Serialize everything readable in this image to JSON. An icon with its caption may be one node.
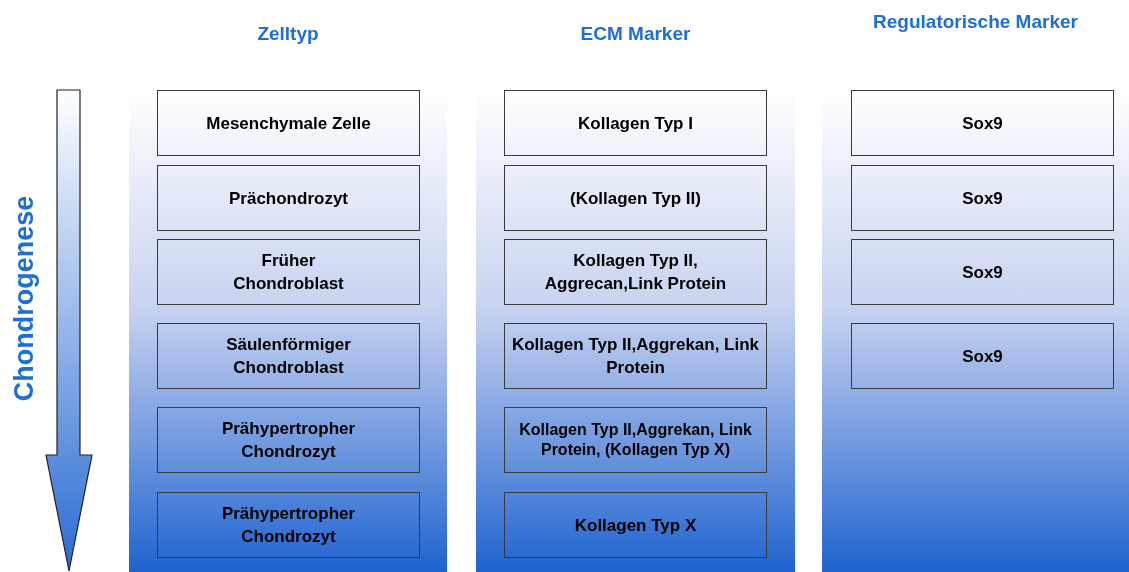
{
  "diagram": {
    "nodes": [
      {
        "text": [
          "Zelltyp"
        ]
      },
      {
        "text": [
          "Mesenchymale Zelle"
        ],
        "in": 0
      },
      {
        "text": [
          "Prächondrozyt"
        ],
        "in": 0
      },
      {
        "text": [
          "Früher Chondroblast"
        ],
        "in": 0
      },
      {
        "text": [
          "Säulenförmiger Chondroblast"
        ],
        "in": 0
      },
      {
        "text": [
          "Prähypertropher Chondrozyt"
        ],
        "in": 0
      },
      {
        "text": [
          "Prähypertropher Chondrozyt"
        ],
        "in": 0
      },
      {
        "text": [
          "ECM Marker"
        ]
      },
      {
        "text": [
          "Kollagen Typ I"
        ],
        "in": 7
      },
      {
        "text": [
          "(Kollagen Typ II)"
        ],
        "in": 7
      },
      {
        "text": [
          "Kollagen Typ II, Aggrecan,Link Protein"
        ],
        "in": 7
      },
      {
        "text": [
          "Kollagen Typ II,Aggrekan, Link Protein"
        ],
        "in": 7
      },
      {
        "text": [
          "Kollagen Typ II,Aggrekan, Link Protein, (Kollagen Typ X)"
        ],
        "in": 7
      },
      {
        "text": [
          "Kollagen Typ X"
        ],
        "in": 7
      },
      {
        "text": [
          "Regulatorische Marker"
        ]
      },
      {
        "text": [
          "Sox9"
        ],
        "in": 14
      },
      {
        "text": [
          "Sox9"
        ],
        "in": 14
      },
      {
        "text": [
          "Sox9"
        ],
        "in": 14
      },
      {
        "text": [
          "Sox9"
        ],
        "in": 14
      }
    ],
    "labels": [
      "Chondrogenese"
    ]
  }
}
